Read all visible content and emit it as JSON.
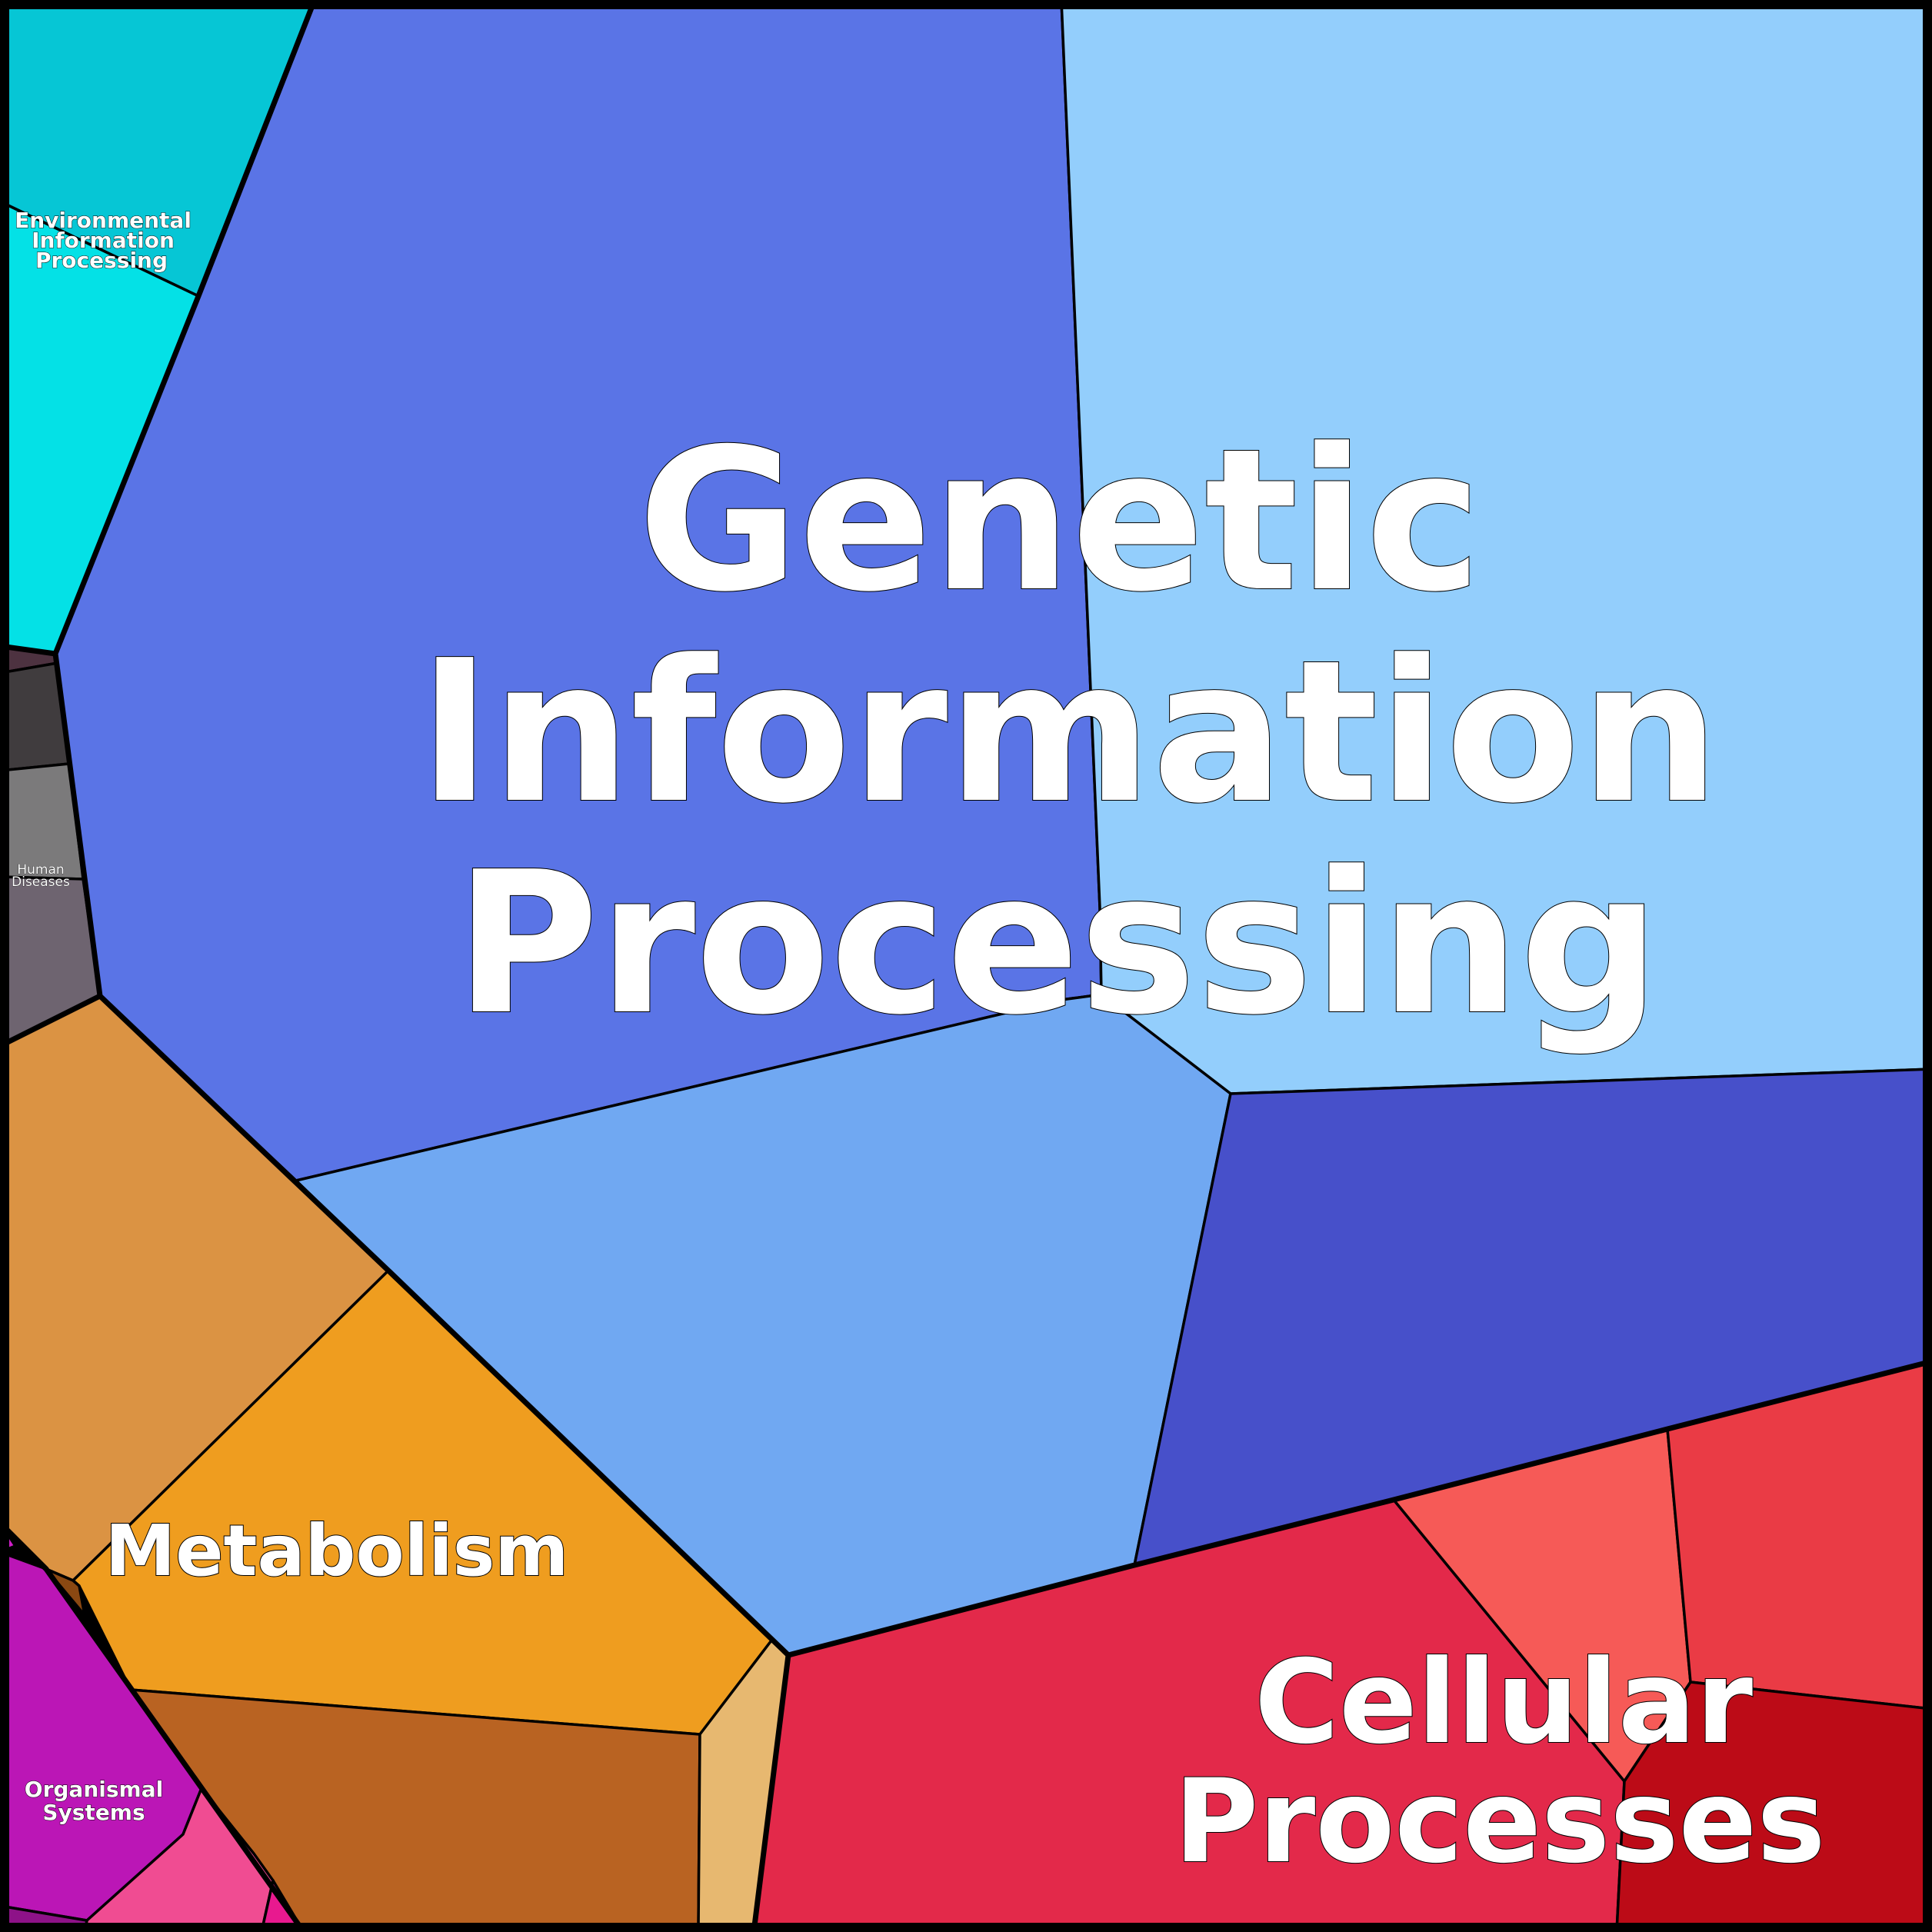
{
  "diagram": {
    "type": "voronoi-treemap",
    "categories": [
      {
        "key": "genetic",
        "lines": [
          "Genetic",
          "Information",
          "Processing"
        ],
        "color": "#5a74e6"
      },
      {
        "key": "cellular",
        "lines": [
          "Cellular",
          "Processes"
        ],
        "color": "#e3294a"
      },
      {
        "key": "metabolism",
        "lines": [
          "Metabolism"
        ],
        "color": "#ef9d1f"
      },
      {
        "key": "environmental",
        "lines": [
          "Environmental",
          "Information",
          "Processing"
        ],
        "color": "#04e1e6"
      },
      {
        "key": "organismal",
        "lines": [
          "Organismal",
          "Systems"
        ],
        "color": "#bb16b6"
      },
      {
        "key": "human",
        "lines": [
          "Human",
          "Diseases"
        ],
        "color": "#6e6470"
      }
    ]
  }
}
